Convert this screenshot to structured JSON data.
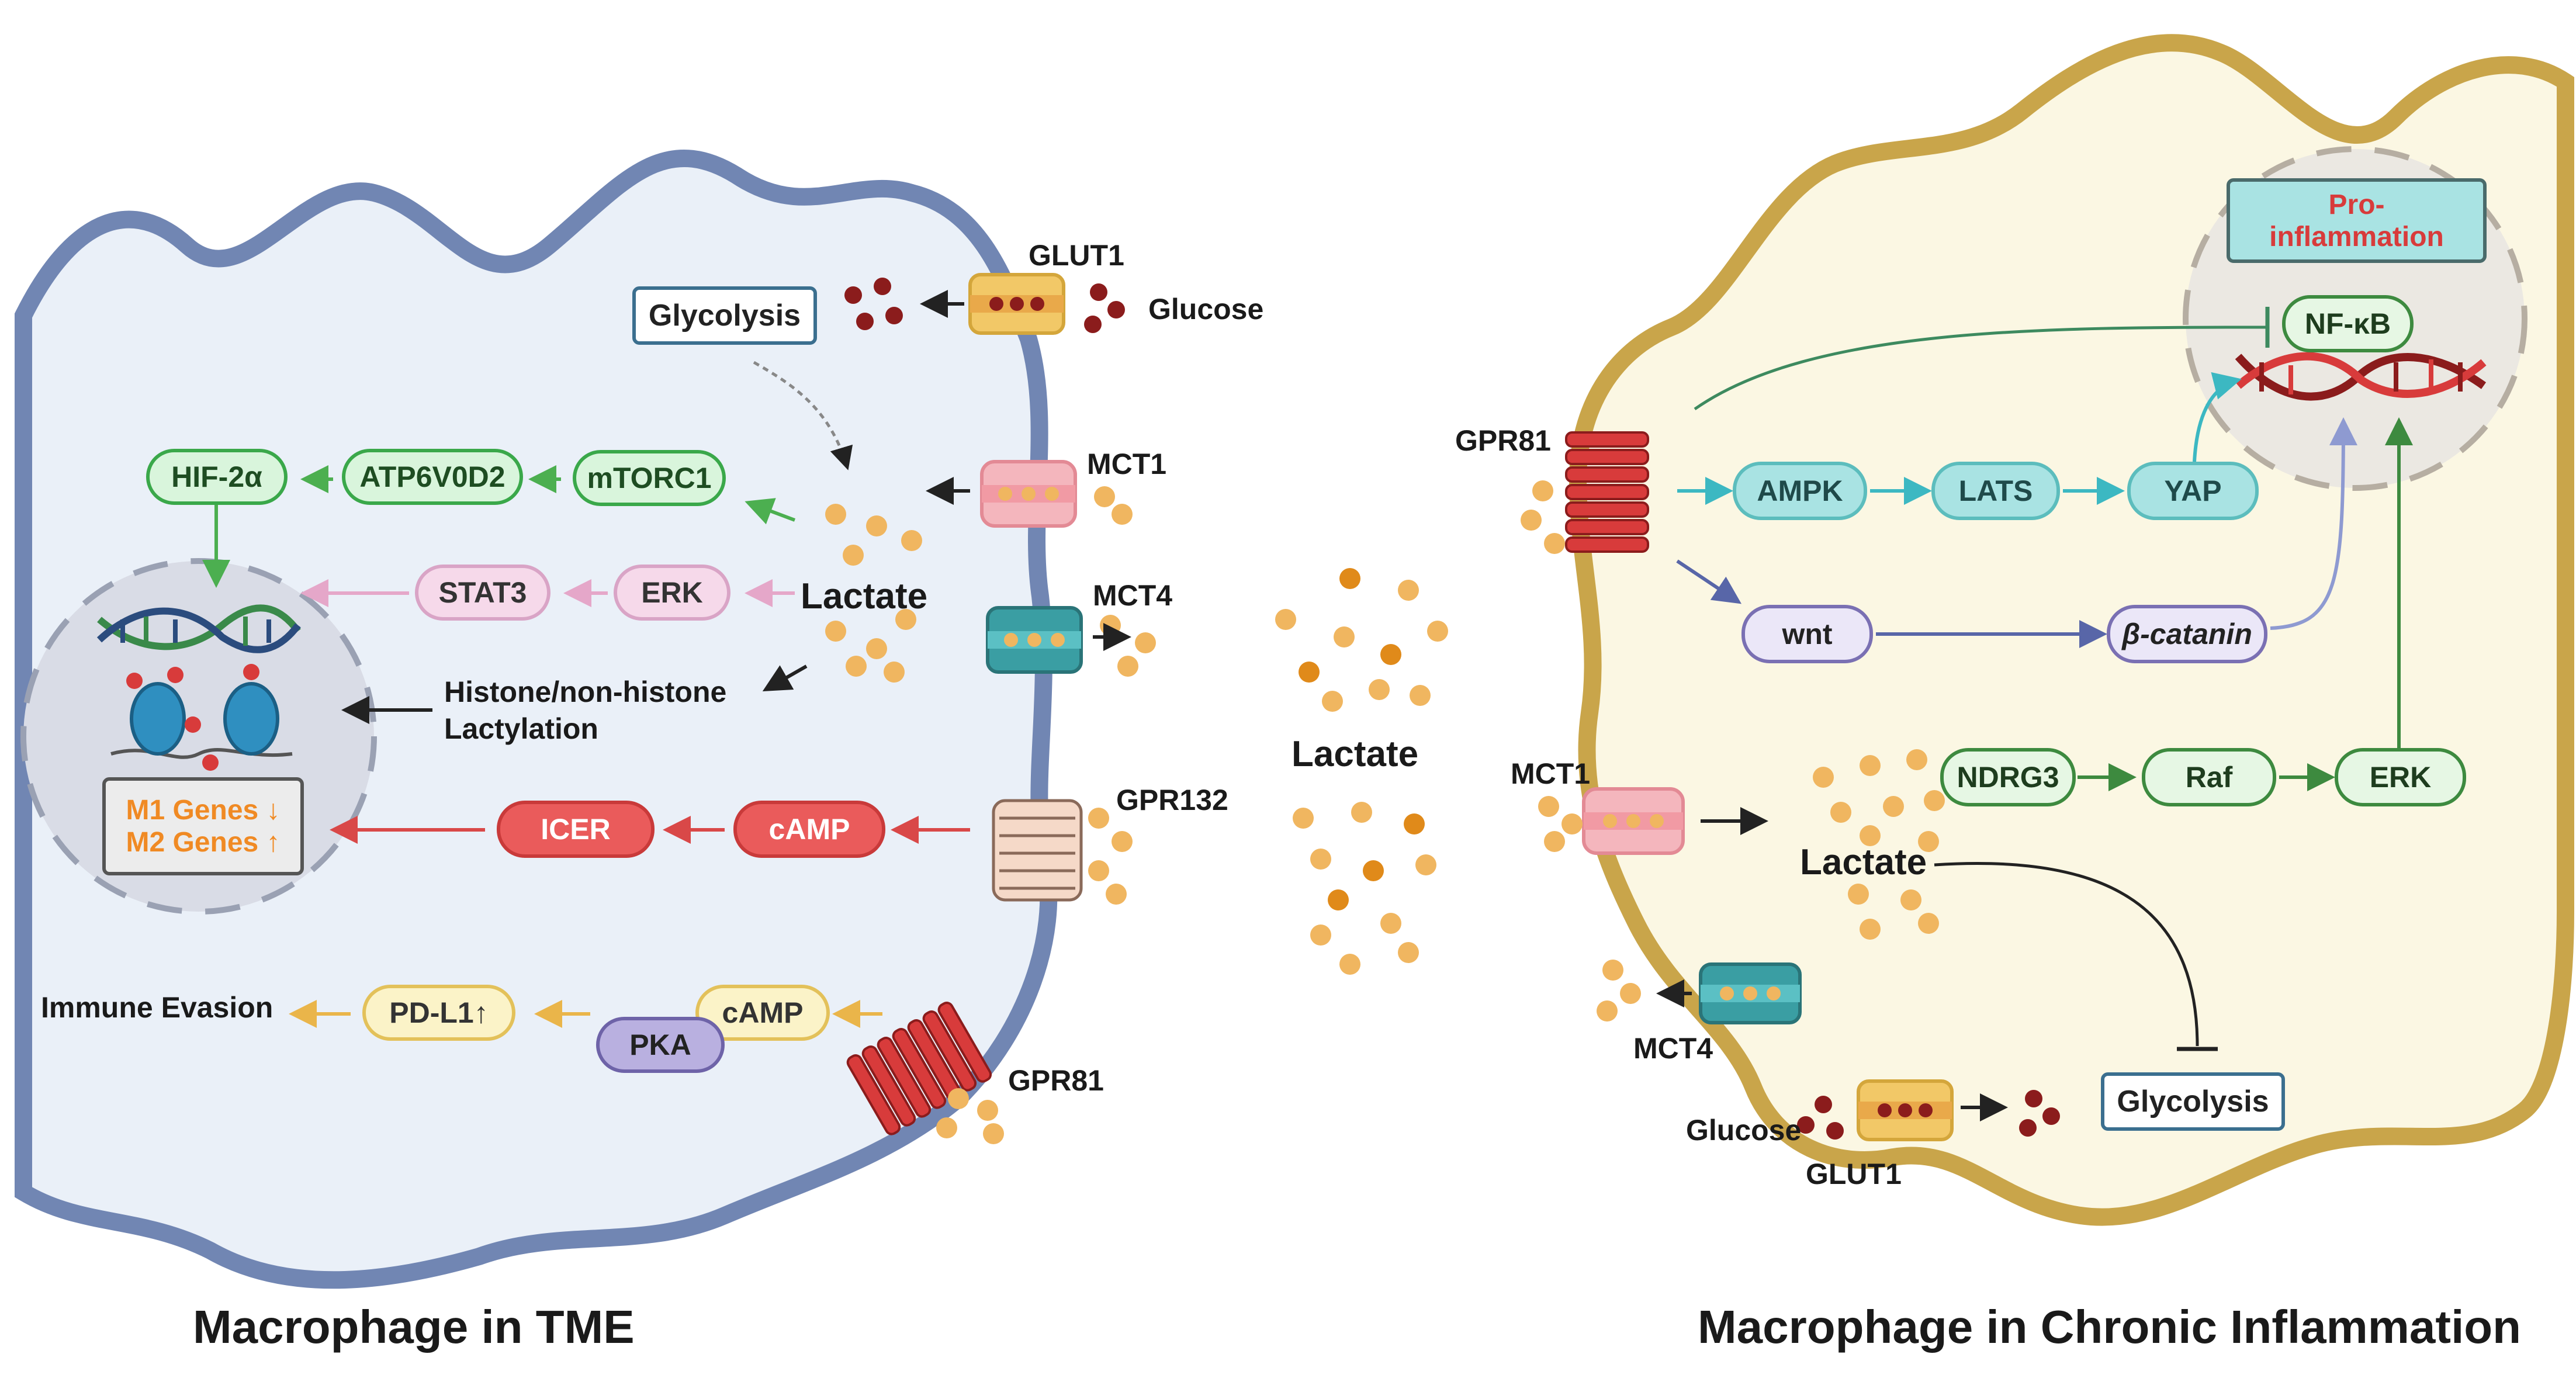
{
  "left_panel": {
    "caption": "Macrophage in TME",
    "glycolysis": "Glycolysis",
    "glut1": "GLUT1",
    "glucose": "Glucose",
    "mct1": "MCT1",
    "mct4": "MCT4",
    "gpr132": "GPR132",
    "gpr81": "GPR81",
    "lactate": "Lactate",
    "hif2a": "HIF-2α",
    "atp6v0d2": "ATP6V0D2",
    "mtorc1": "mTORC1",
    "stat3": "STAT3",
    "erk": "ERK",
    "lactylation_line1": "Histone/non-histone",
    "lactylation_line2": "Lactylation",
    "m1_genes": "M1 Genes ↓",
    "m2_genes": "M2 Genes ↑",
    "icer": "ICER",
    "camp_red": "cAMP",
    "camp_yellow": "cAMP",
    "pka": "PKA",
    "pdl1": "PD-L1↑",
    "immune_evasion": "Immune Evasion"
  },
  "middle": {
    "lactate": "Lactate"
  },
  "right_panel": {
    "caption": "Macrophage in Chronic Inflammation",
    "pro_inflammation_line1": "Pro-",
    "pro_inflammation_line2": "inflammation",
    "nfkb": "NF-κB",
    "gpr81": "GPR81",
    "ampk": "AMPK",
    "lats": "LATS",
    "yap": "YAP",
    "wnt": "wnt",
    "beta_catanin": "β-catanin",
    "mct1": "MCT1",
    "ndrg3": "NDRG3",
    "raf": "Raf",
    "erk": "ERK",
    "lactate": "Lactate",
    "mct4": "MCT4",
    "glycolysis": "Glycolysis",
    "glucose": "Glucose",
    "glut1": "GLUT1"
  },
  "colors": {
    "left_cell_fill": "#eaf0f8",
    "left_membrane": "#7186b3",
    "right_cell_fill": "#fbf7e3",
    "right_membrane": "#c9a54a",
    "lactate_dot": "#f0b660",
    "lactate_dot_dark": "#e08a1a",
    "glucose_dot": "#8b1c1c"
  }
}
